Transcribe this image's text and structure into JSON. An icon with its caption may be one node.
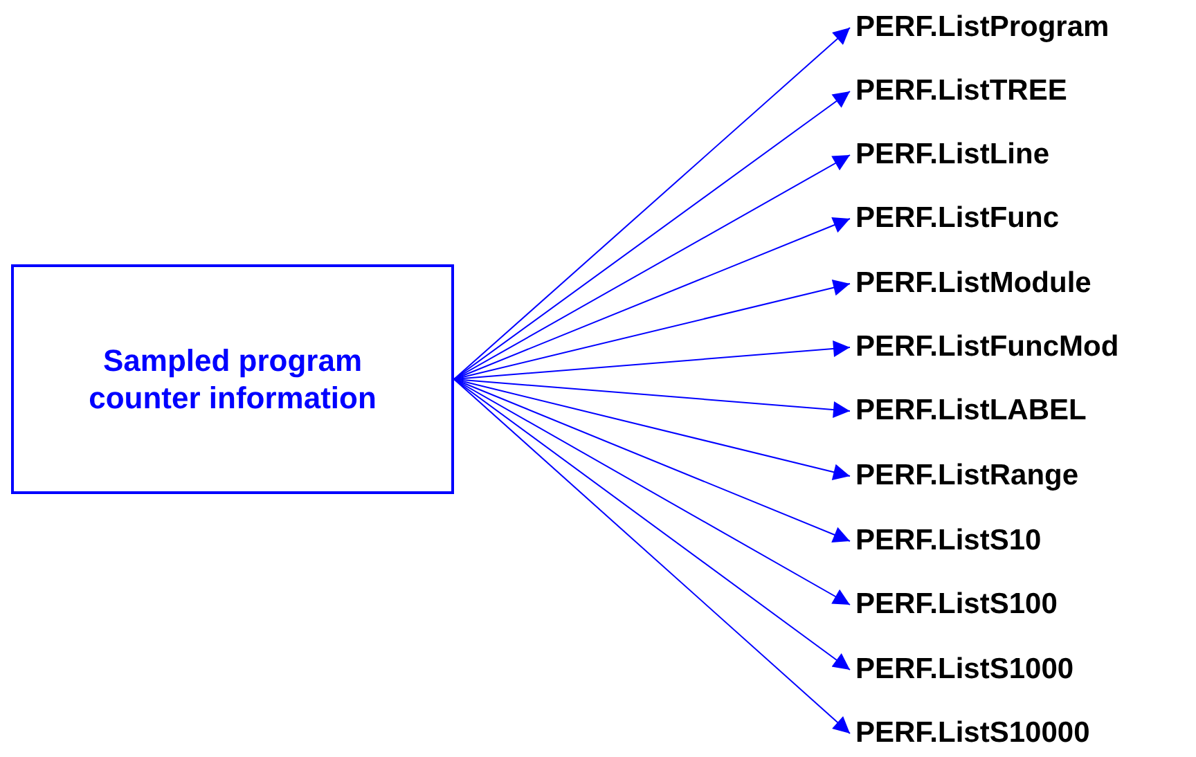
{
  "diagram": {
    "nodes": [
      {
        "text": [
          "Sampled program counter information"
        ]
      },
      {
        "text": [
          "PERF.ListProgram"
        ]
      },
      {
        "text": [
          "PERF.ListTREE"
        ]
      },
      {
        "text": [
          "PERF.ListLine"
        ]
      },
      {
        "text": [
          "PERF.ListFunc"
        ]
      },
      {
        "text": [
          "PERF.ListModule"
        ]
      },
      {
        "text": [
          "PERF.ListFuncMod"
        ]
      },
      {
        "text": [
          "PERF.ListLABEL"
        ]
      },
      {
        "text": [
          "PERF.ListRange"
        ]
      },
      {
        "text": [
          "PERF.ListS10"
        ]
      },
      {
        "text": [
          "PERF.ListS100"
        ]
      },
      {
        "text": [
          "PERF.ListS1000"
        ]
      },
      {
        "text": [
          "PERF.ListS10000"
        ]
      }
    ],
    "edges": [
      {
        "from": 0,
        "to": 1,
        "arrow": "to"
      },
      {
        "from": 0,
        "to": 2,
        "arrow": "to"
      },
      {
        "from": 0,
        "to": 3,
        "arrow": "to"
      },
      {
        "from": 0,
        "to": 4,
        "arrow": "to"
      },
      {
        "from": 0,
        "to": 5,
        "arrow": "to"
      },
      {
        "from": 0,
        "to": 6,
        "arrow": "to"
      },
      {
        "from": 0,
        "to": 7,
        "arrow": "to"
      },
      {
        "from": 0,
        "to": 8,
        "arrow": "to"
      },
      {
        "from": 0,
        "to": 9,
        "arrow": "to"
      },
      {
        "from": 0,
        "to": 10,
        "arrow": "to"
      },
      {
        "from": 0,
        "to": 11,
        "arrow": "to"
      },
      {
        "from": 0,
        "to": 12,
        "arrow": "to"
      }
    ]
  }
}
